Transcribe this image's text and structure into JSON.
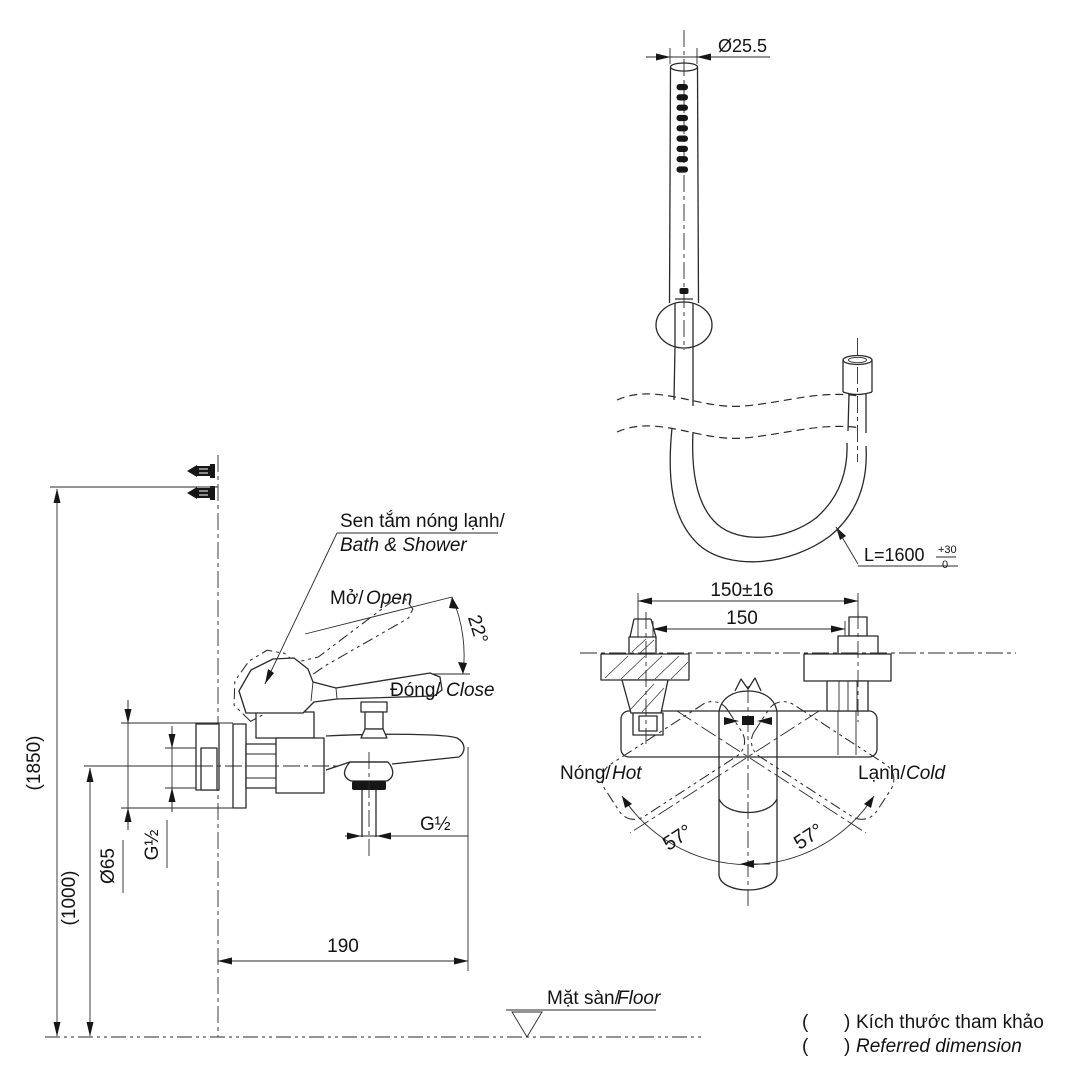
{
  "shower": {
    "head_diameter": "Ø25.5",
    "hose_length": "L=1600",
    "hose_tol_plus": "+30",
    "hose_tol_minus": "0"
  },
  "side_view": {
    "product_vi": "Sen tắm nóng lạnh/",
    "product_en": "Bath & Shower",
    "open_vi": "Mở/",
    "open_en": "Open",
    "open_angle": "22°",
    "close_vi": "Đóng/",
    "close_en": "Close",
    "height_total": "(1850)",
    "height_center": "(1000)",
    "plate_diameter": "Ø65",
    "inlet_thread": "G½",
    "outlet_thread": "G½",
    "reach": "190",
    "floor_vi": "Mặt sàn/",
    "floor_en": "Floor"
  },
  "top_view": {
    "pitch_tolerance": "150±16",
    "pitch": "150",
    "hot_vi": "Nóng/",
    "hot_en": "Hot",
    "cold_vi": "Lạnh/",
    "cold_en": "Cold",
    "swing_left": "57°",
    "swing_right": "57°"
  },
  "legend": {
    "bracket_open": "(",
    "bracket_close": ")",
    "line1_vi": "Kích thước tham khảo",
    "line2_en": "Referred dimension"
  }
}
